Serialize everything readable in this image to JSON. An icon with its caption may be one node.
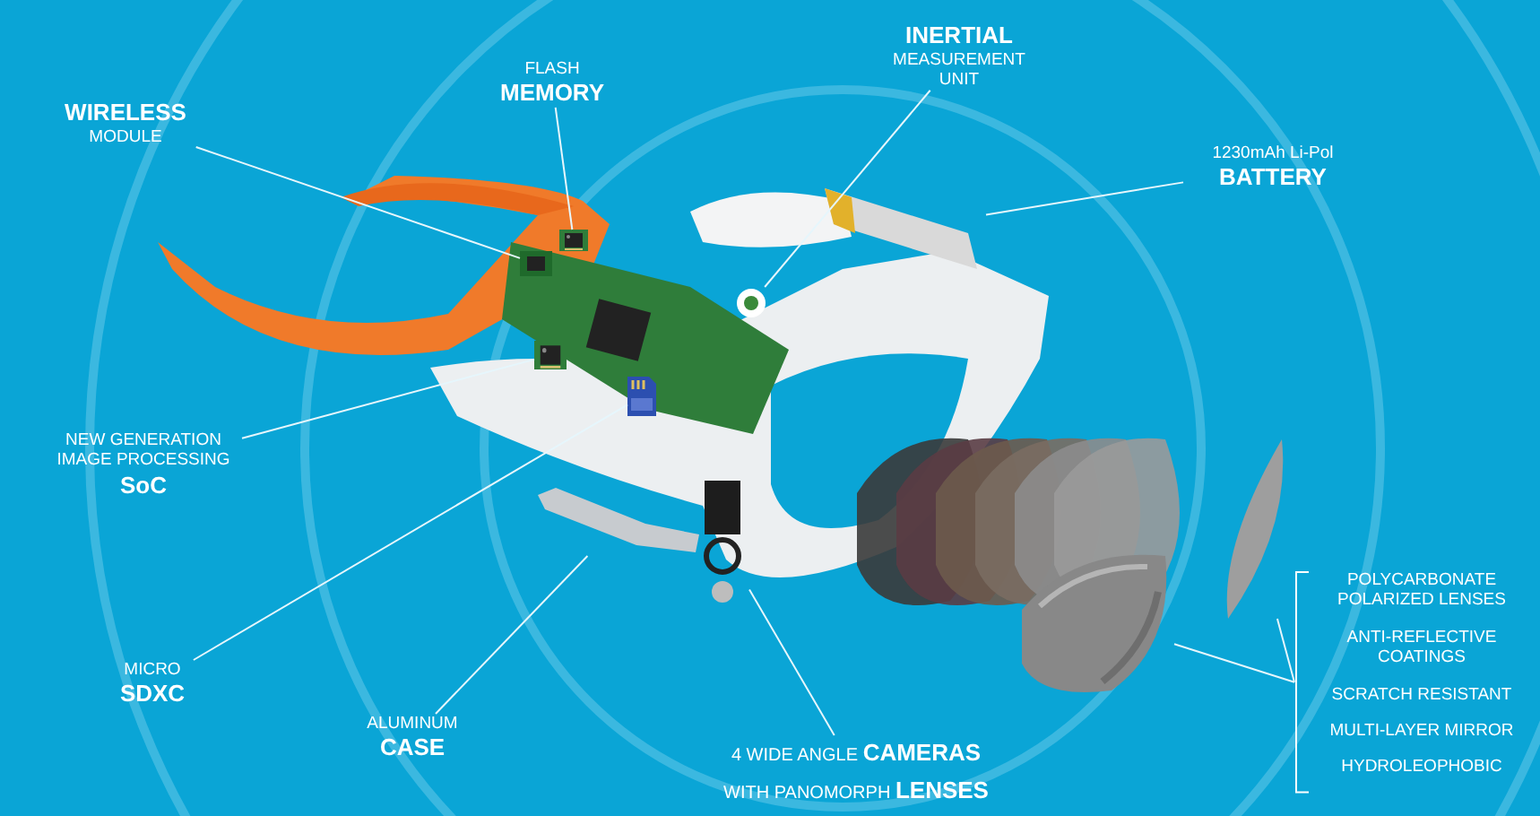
{
  "diagram": {
    "nodes": [
      {
        "text": [
          "WIRELESS",
          "MODULE"
        ]
      },
      {
        "text": [
          "FLASH",
          "MEMORY"
        ]
      },
      {
        "text": [
          "INERTIAL",
          "MEASUREMENT UNIT"
        ]
      },
      {
        "text": [
          "1230mAh Li-Pol",
          "BATTERY"
        ]
      },
      {
        "text": [
          "NEW GENERATION IMAGE PROCESSING",
          "SoC"
        ]
      },
      {
        "text": [
          "MICRO",
          "SDXC"
        ]
      },
      {
        "text": [
          "ALUMINUM",
          "CASE"
        ]
      },
      {
        "text": [
          "4 WIDE ANGLE **CAMERAS** WITH PANOMORPH **LENSES**"
        ]
      },
      {
        "text": [
          "POLYCARBONATE POLARIZED LENSES",
          "ANTI-REFLECTIVE COATINGS",
          "SCRATCH RESISTANT",
          "MULTI-LAYER MIRROR",
          "HYDROLEOPHOBIC"
        ]
      },
      {
        "text": [],
        "shape": "picture"
      },
      {
        "text": [],
        "shape": "picture"
      },
      {
        "text": [],
        "shape": "picture"
      },
      {
        "text": [],
        "shape": "picture"
      },
      {
        "text": [],
        "shape": "picture"
      },
      {
        "text": [],
        "shape": "picture"
      },
      {
        "text": [],
        "shape": "picture"
      },
      {
        "text": [],
        "shape": "picture"
      },
      {
        "text": [],
        "shape": "picture"
      },
      {
        "text": [],
        "shape": "picture"
      }
    ],
    "edges": [
      {
        "from": 0,
        "to": 9,
        "arrow": "none"
      },
      {
        "from": 1,
        "to": 10,
        "arrow": "none"
      },
      {
        "from": 2,
        "to": 11,
        "arrow": "none"
      },
      {
        "from": 3,
        "to": 12,
        "arrow": "none"
      },
      {
        "from": 4,
        "to": 13,
        "arrow": "none"
      },
      {
        "from": 5,
        "to": 14,
        "arrow": "none"
      },
      {
        "from": 6,
        "to": 15,
        "arrow": "none"
      },
      {
        "from": 7,
        "to": 16,
        "arrow": "none"
      },
      {
        "from": 8,
        "to": 17,
        "arrow": "none"
      },
      {
        "from": 8,
        "to": 18,
        "arrow": "none"
      }
    ]
  }
}
